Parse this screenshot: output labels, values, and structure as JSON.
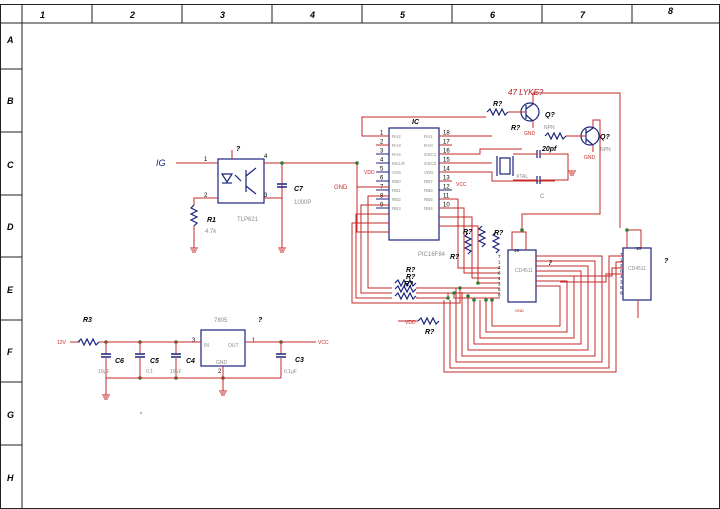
{
  "frame": {
    "columns": [
      "1",
      "2",
      "3",
      "4",
      "5",
      "6",
      "7",
      "8"
    ],
    "rows": [
      "A",
      "B",
      "C",
      "D",
      "E",
      "F",
      "G",
      "H"
    ]
  },
  "optocoupler": {
    "designator": "?",
    "pins": [
      "1",
      "2",
      "3",
      "4"
    ],
    "part": "TLP621"
  },
  "ig": {
    "label": "IG"
  },
  "r1": {
    "designator": "R1",
    "value": "4.7k"
  },
  "c7": {
    "designator": "C7",
    "value": "1000P"
  },
  "ic": {
    "designator": "IC",
    "part": "PIC16F84",
    "left_pins": [
      "1",
      "2",
      "3",
      "4",
      "5",
      "6",
      "7",
      "8",
      "9"
    ],
    "right_pins": [
      "18",
      "17",
      "16",
      "15",
      "14",
      "13",
      "12",
      "11",
      "10"
    ],
    "left_names": [
      "RA2",
      "RA3",
      "RA4",
      "MCLR",
      "VSS",
      "RB0",
      "RB1",
      "RB2",
      "RB3"
    ],
    "right_names": [
      "RA1",
      "RA0",
      "OSC1",
      "OSC2",
      "VDD",
      "RB7",
      "RB6",
      "RB5",
      "RB4"
    ]
  },
  "gnd": {
    "label": "GND",
    "symbol": "ground-hatch-icon"
  },
  "vcc": {
    "label": "VCC"
  },
  "vdd": {
    "label": "VDD"
  },
  "crystal": {
    "cap_label": "20pf",
    "part": "XTAL",
    "cap_designator": "C"
  },
  "transistors": [
    {
      "designator": "Q?",
      "part": "NPN"
    },
    {
      "designator": "Q?",
      "part": "NPN"
    }
  ],
  "resistors": {
    "top1": "R?",
    "top2": "R?",
    "annot": "47 LYKE?",
    "mid1": "R?",
    "mid2": "R?",
    "mid3": "R?",
    "bank1": "R?",
    "bank2": "R?",
    "bank3": "R?",
    "bottom": "R?"
  },
  "latches": [
    {
      "designator": "?",
      "part": "CD4511",
      "pins": [
        "16",
        "7",
        "1",
        "2",
        "6",
        "4",
        "3",
        "5",
        "8"
      ]
    },
    {
      "designator": "?",
      "part": "CD4511",
      "pins": [
        "16",
        "7",
        "1",
        "2",
        "6",
        "4",
        "3",
        "5",
        "8"
      ]
    }
  ],
  "regulator": {
    "part": "7805",
    "designator": "?",
    "pins": [
      "3",
      "1",
      "2"
    ],
    "names": [
      "IN",
      "OUT",
      "GND"
    ]
  },
  "power": {
    "r3": "R3",
    "v12": "12V",
    "vcc_out": "VCC",
    "c6": "C6",
    "c5": "C5",
    "c4": "C4",
    "c3": "C3",
    "c6v": "10µF",
    "c5v": "0.1",
    "c4v": "10µF",
    "c3v": "0.1µF"
  }
}
